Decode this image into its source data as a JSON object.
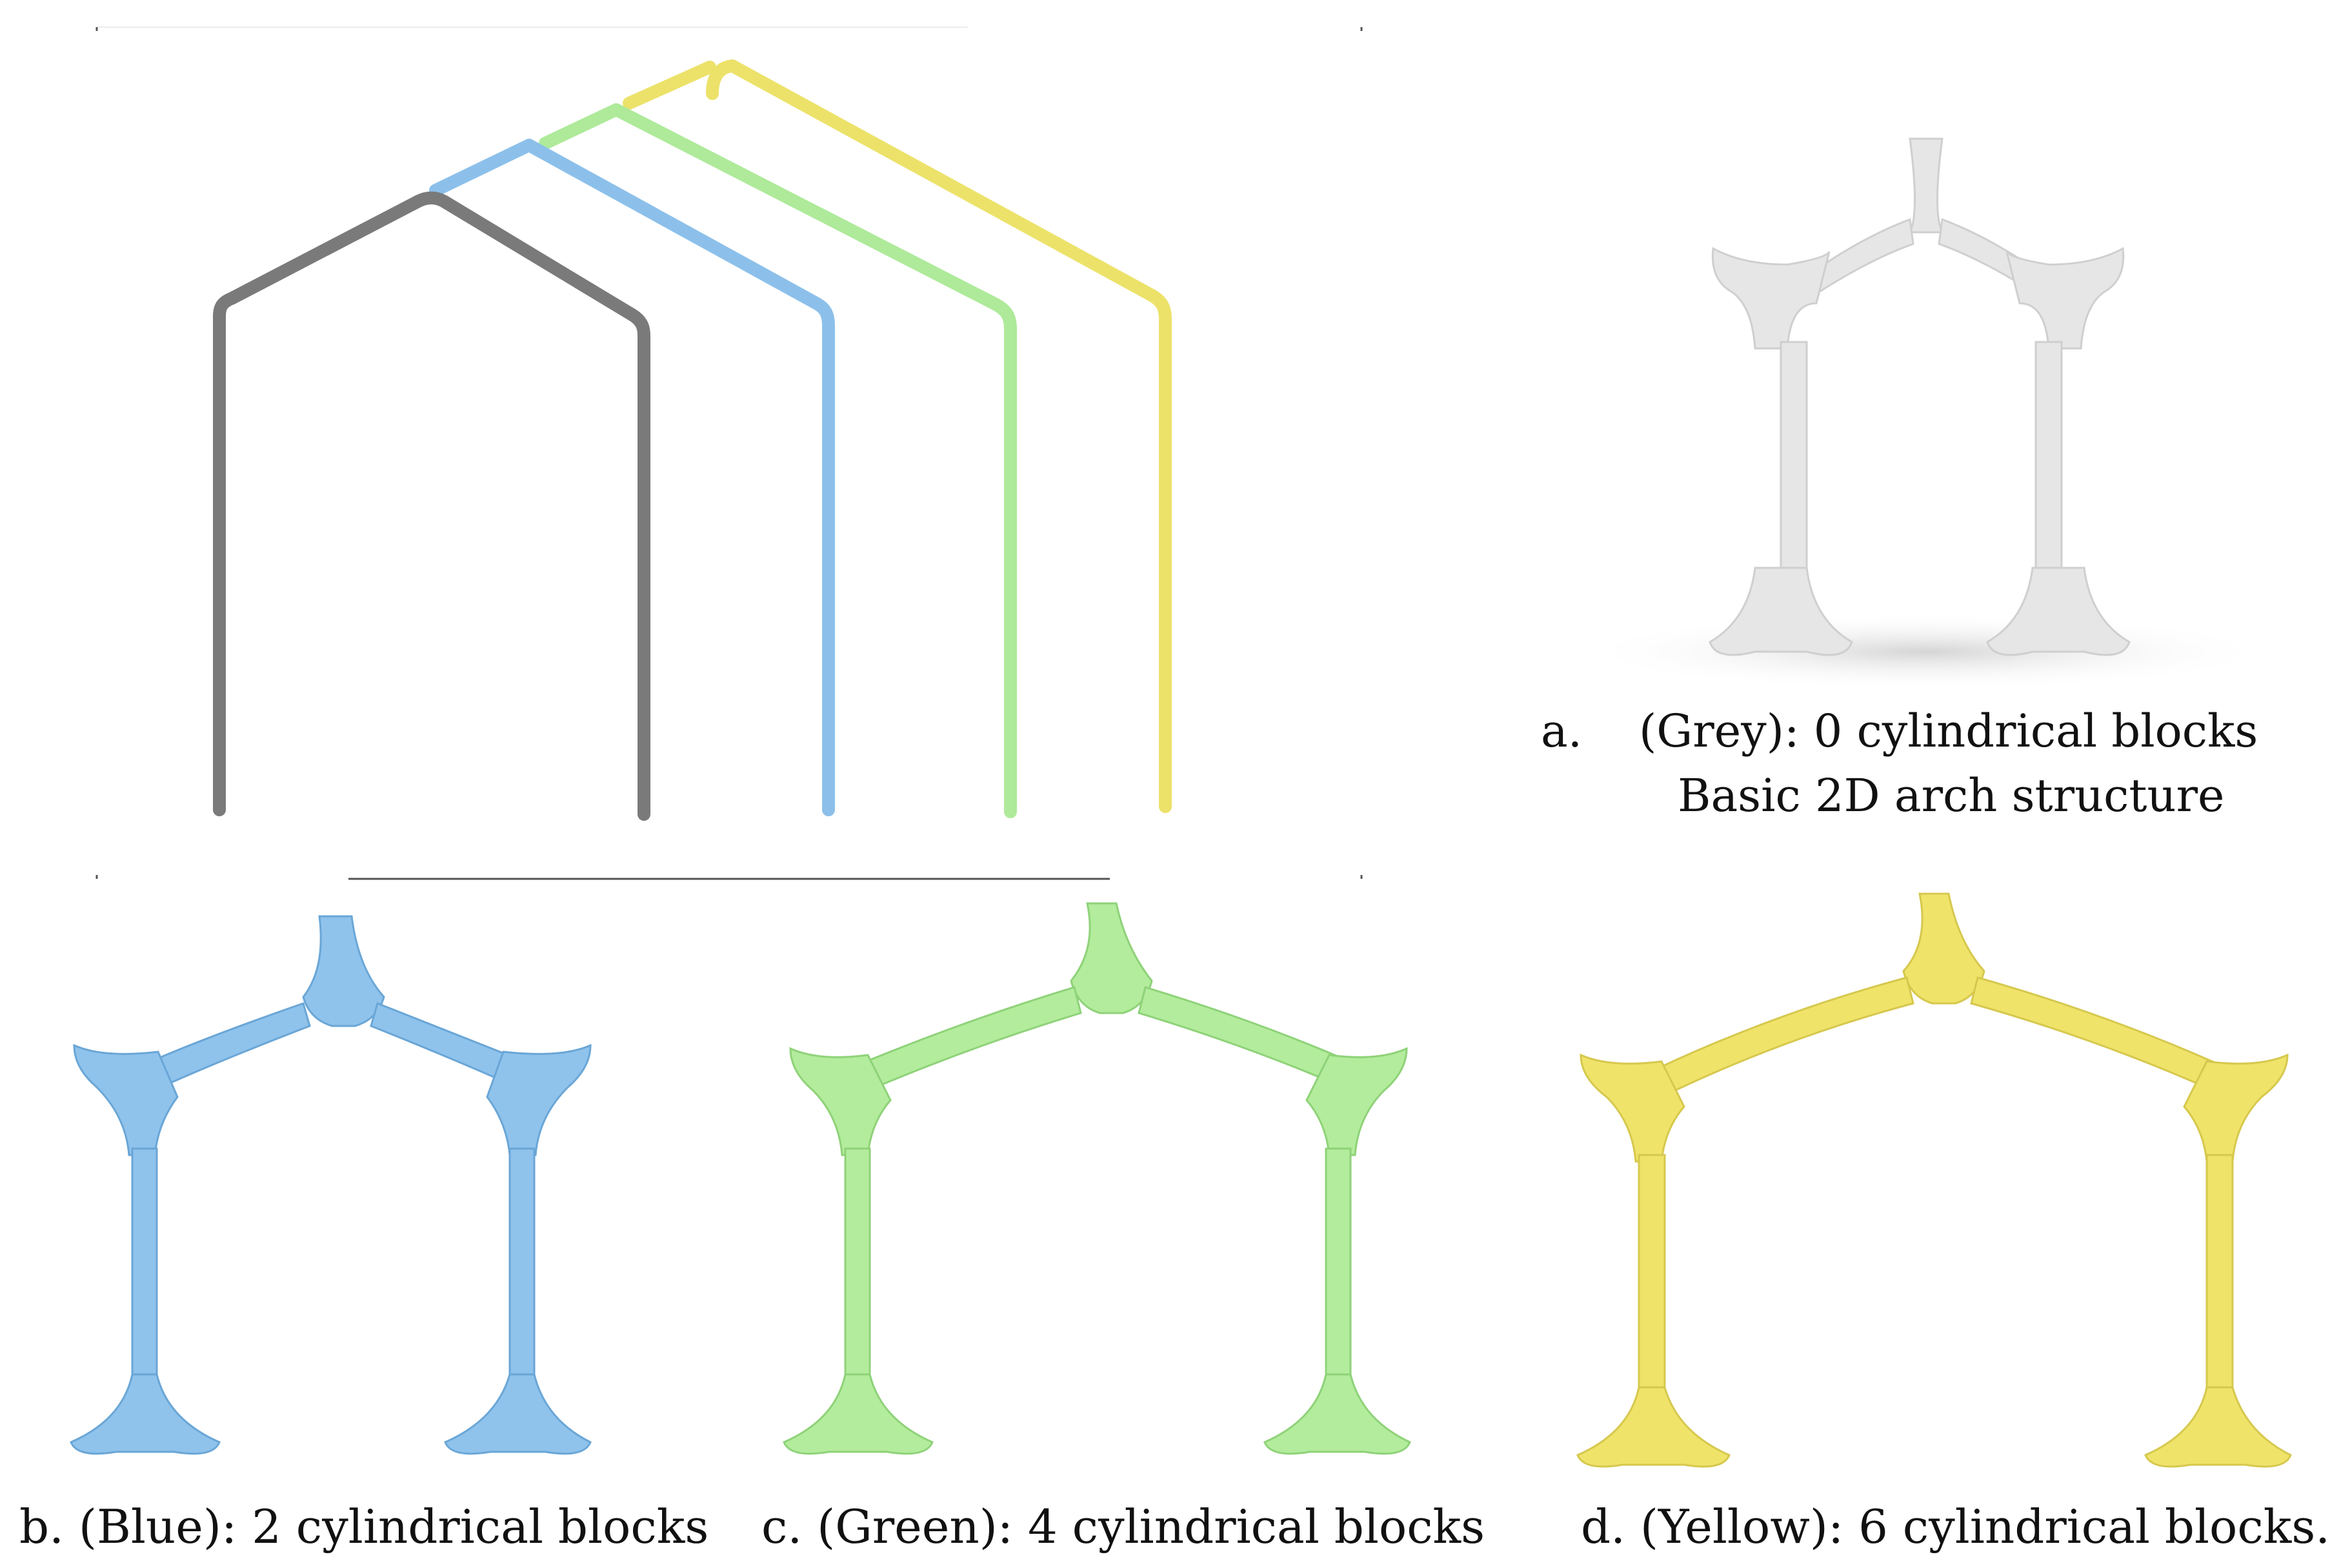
{
  "captions": {
    "a_letter": "a.",
    "a_line1": "(Grey): 0 cylindrical blocks",
    "a_line2": "Basic 2D arch structure",
    "b": "b. (Blue): 2 cylindrical blocks",
    "c": "c. (Green): 4 cylindrical blocks",
    "d": "d. (Yellow): 6 cylindrical blocks."
  },
  "colors": {
    "grey": "#7a7a7a",
    "blue": "#8cc0ea",
    "green": "#aeea9a",
    "yellow": "#ece26a",
    "grey_model": "#e4e4e4",
    "blue_model": "#8fc3ec",
    "green_model": "#b3ec9c",
    "yellow_model": "#efe36a",
    "joint_line": "#555555"
  },
  "outline_diagram": {
    "description_icon": "arch-outline-comparison"
  },
  "models": {
    "a": {
      "color_key": "grey_model",
      "blocks": 0
    },
    "b": {
      "color_key": "blue_model",
      "blocks": 2
    },
    "c": {
      "color_key": "green_model",
      "blocks": 4
    },
    "d": {
      "color_key": "yellow_model",
      "blocks": 6
    }
  }
}
